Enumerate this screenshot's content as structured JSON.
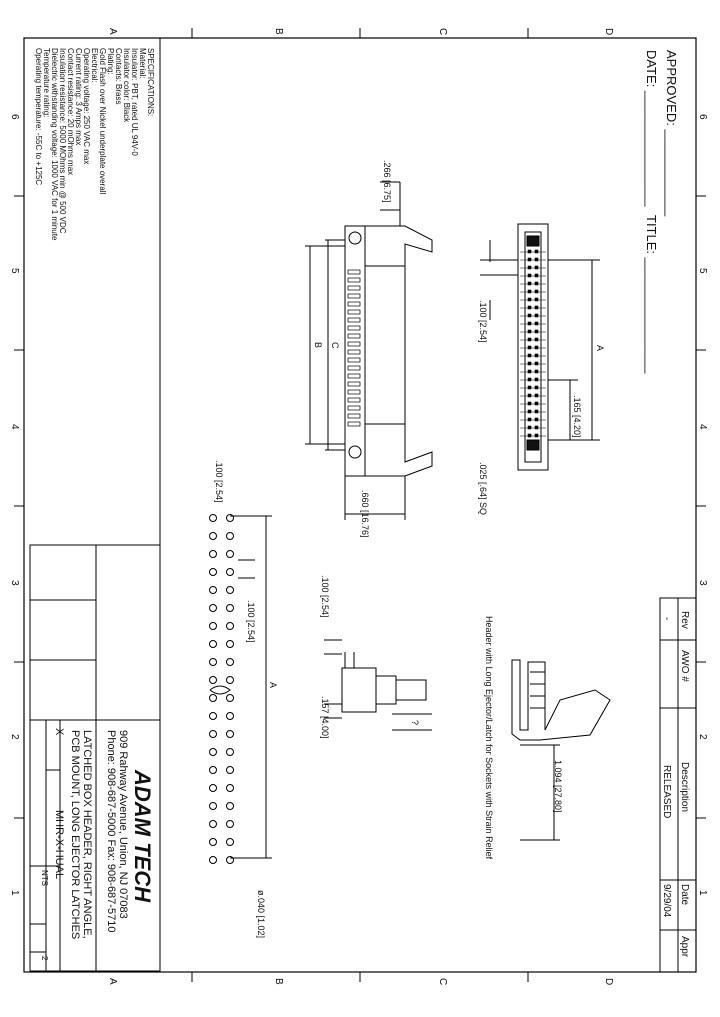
{
  "zone_letters_top": [
    "D",
    "C",
    "B",
    "A"
  ],
  "zone_letters_bottom": [
    "D",
    "C",
    "B",
    "A"
  ],
  "zone_numbers_right": [
    "6",
    "5",
    "4",
    "3",
    "2",
    "1"
  ],
  "zone_numbers_left": [
    "6",
    "5",
    "4",
    "3",
    "2",
    "1"
  ],
  "approval": {
    "approved": "APPROVED: ____________",
    "date": "DATE: ________________",
    "title": "TITLE: ________________"
  },
  "revision_table": {
    "headers": [
      "Rev",
      "AWO #",
      "Description",
      "Date",
      "Appr"
    ],
    "row": [
      "-",
      "",
      "RELEASED",
      "9/29/04",
      ""
    ]
  },
  "specifications": {
    "heading": "SPECIFICATIONS:",
    "lines": [
      "Material:",
      "Insulator: PBT, rated UL 94V-0",
      "Insulator color: Black",
      "Contacts: Brass",
      "Plating:",
      "Gold Flash over Nickel underplate overall",
      "Electrical:",
      "Operating voltage: 250 VAC max",
      "Current rating: 3 Amps max",
      "Contact resistance: 20 mOhms max",
      "Insulation resistance: 5000 MOhms min @ 500 VDC",
      "Dielectric withstanding voltage: 1000 VAC for 1 minute",
      "Temperature rating:",
      "Operating temperature: -55C to +125C"
    ]
  },
  "dimensions": {
    "height": ".266 [6.75]",
    "pitch": ".100 [2.54]",
    "pitch2": ".100 [2.54]",
    "pitch3": ".100 [2.54]",
    "pitch4": ".100 [2.54]",
    "ear": ".165 [4.20]",
    "post": ".025 [.64] SQ",
    "depth": ".660 [16.76]",
    "tail": ".157 [4.00]",
    "hole": "ø.040 [1.02]",
    "latch": "1.094 [27.80]",
    "dim_a": "A",
    "dim_b": "B",
    "dim_c": "C",
    "dim_q": "?"
  },
  "side_note": "Header with Long Ejector/Latch for Sockets with Strain Relief",
  "title_block": {
    "company": "ADAM TECH",
    "address": "909 Rahway Avenue, Union, NJ 07083",
    "phone": "Phone: 908-687-5000 Fax: 908-687-5710",
    "title_line1": "LATCHED BOX HEADER, RIGHT ANGLE,",
    "title_line2": "PCB MOUNT, LONG EJECTOR LATCHES",
    "part_number": "MHR-X-HUAL",
    "size_mark": "X",
    "scale": "NTS",
    "rev_mark": "2"
  }
}
